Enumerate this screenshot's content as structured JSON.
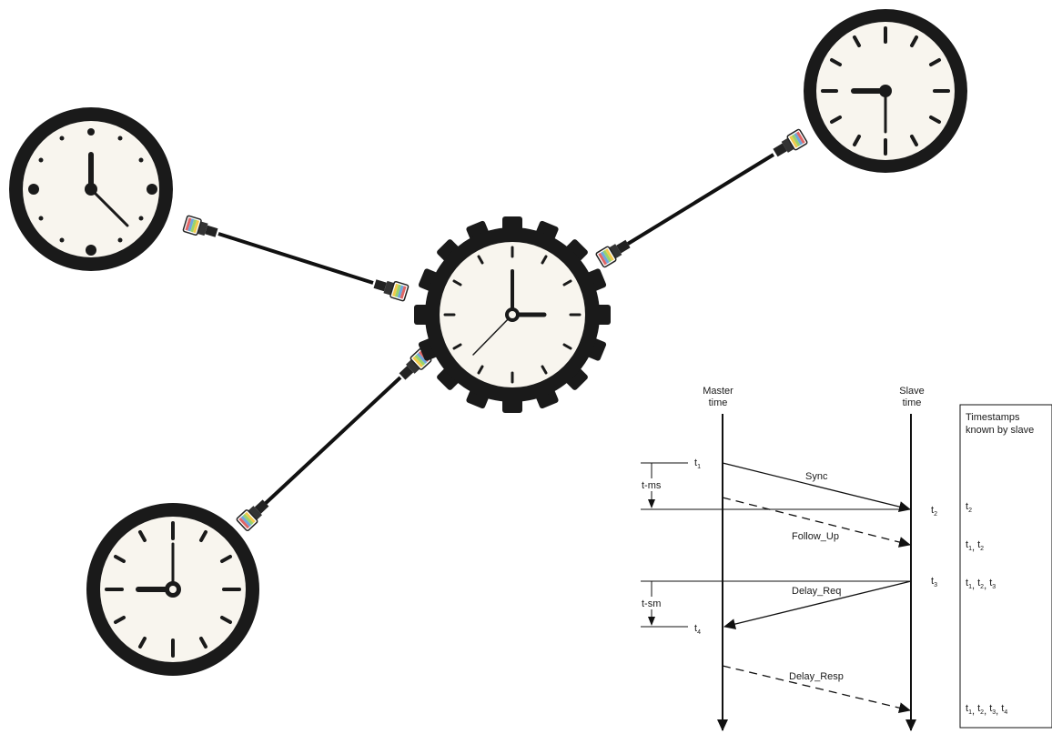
{
  "colors": {
    "ink": "#1a1a1a",
    "clock_face": "#f8f5ee",
    "connector_stripes": [
      "#f2c94c",
      "#9ad36a",
      "#6fa8dc",
      "#e06666",
      "#c27ba0"
    ]
  },
  "icons": {
    "grandmaster": "gear-clock-icon",
    "slave_clocks": [
      "clock-icon-left",
      "clock-icon-top-right",
      "clock-icon-bottom"
    ],
    "connector": "ethernet-connector-icon"
  },
  "timing_diagram": {
    "master_header": [
      "Master",
      "time"
    ],
    "slave_header": [
      "Slave",
      "time"
    ],
    "known_header": [
      "Timestamps",
      "known  by slave"
    ],
    "master_marks": {
      "t1": "t",
      "t1_sub": "1",
      "t4": "t",
      "t4_sub": "4"
    },
    "slave_marks": {
      "t2": "t",
      "t2_sub": "2",
      "t3": "t",
      "t3_sub": "3"
    },
    "intervals": {
      "ms": "t-ms",
      "sm": "t-sm"
    },
    "messages": {
      "sync": "Sync",
      "follow_up": "Follow_Up",
      "delay_req": "Delay_Req",
      "delay_resp": "Delay_Resp"
    },
    "known": {
      "row1": [
        {
          "t": "t",
          "s": "2"
        }
      ],
      "row2": [
        {
          "t": "t",
          "s": "1"
        },
        {
          "t": "t",
          "s": "2"
        }
      ],
      "row3": [
        {
          "t": "t",
          "s": "1"
        },
        {
          "t": "t",
          "s": "2"
        },
        {
          "t": "t",
          "s": "3"
        }
      ],
      "row4": [
        {
          "t": "t",
          "s": "1"
        },
        {
          "t": "t",
          "s": "2"
        },
        {
          "t": "t",
          "s": "3"
        },
        {
          "t": "t",
          "s": "4"
        }
      ]
    }
  }
}
